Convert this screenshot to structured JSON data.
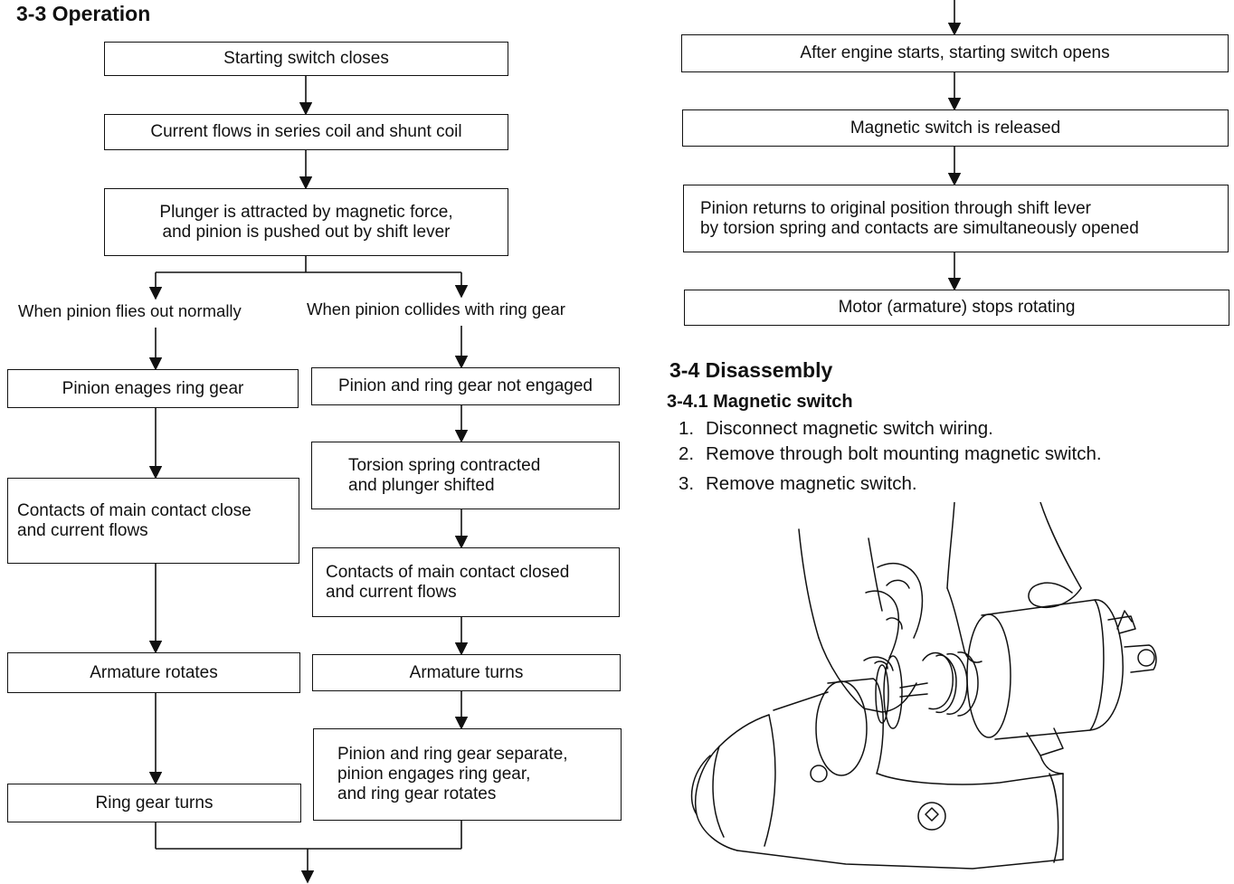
{
  "section_operation": {
    "title": "3-3 Operation",
    "nodes": {
      "start": "Starting switch closes",
      "current": "Current flows in series coil and shunt coil",
      "plunger": [
        "Plunger is attracted by magnetic force,",
        "and pinion is pushed out by shift lever"
      ],
      "branch_left_label": "When pinion flies out normally",
      "branch_right_label": "When pinion collides with ring gear",
      "left_engages": "Pinion enages ring gear",
      "left_contacts": [
        "Contacts of main contact close",
        "and current flows"
      ],
      "left_armature": "Armature  rotates",
      "left_ring": "Ring gear turns",
      "right_not_engaged": "Pinion and ring gear not engaged",
      "right_torsion": [
        "Torsion spring contracted",
        " and plunger shifted"
      ],
      "right_contacts": [
        "Contacts of main contact closed",
        "and current flows"
      ],
      "right_armature": "Armature  turns",
      "right_separate": [
        "Pinion and ring gear  separate,",
        "pinion engages ring gear,",
        "and ring gear rotates"
      ],
      "after_start": "After engine starts, starting switch opens",
      "released": "Magnetic switch is released",
      "returns": [
        "Pinion returns to original position through shift lever",
        "by torsion spring and contacts are simultaneously opened"
      ],
      "stops": "Motor  (armature) stops rotating"
    }
  },
  "section_disassembly": {
    "title": "3-4 Disassembly",
    "subtitle": "3-4.1 Magnetic switch",
    "steps": [
      {
        "num": "1.",
        "text": "Disconnect magnetic switch wiring."
      },
      {
        "num": "2.",
        "text": "Remove through bolt mounting magnetic switch."
      },
      {
        "num": "3.",
        "text": "Remove magnetic switch."
      }
    ]
  },
  "illustration": {
    "subject": "hands-removing-magnetic-switch-from-starter"
  }
}
